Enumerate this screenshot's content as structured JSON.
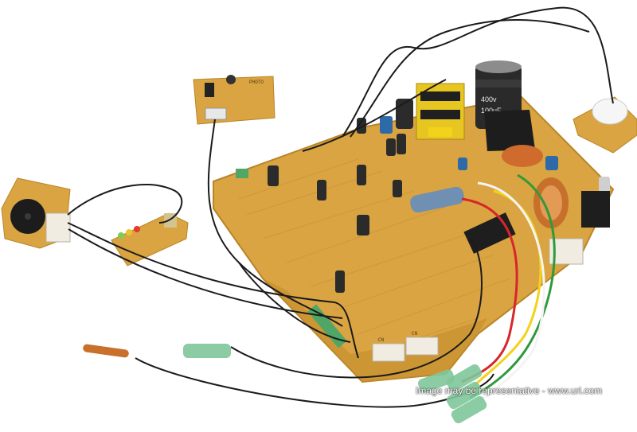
{
  "watermark": {
    "text": "Image may be representative - www.uri.com"
  },
  "labels": {
    "sensor_board_text": "PHOTO",
    "capacitor_large_text": "400v",
    "capacitor_large_value": "100uF",
    "connector_label_1": "CN",
    "connector_label_2": "CN"
  },
  "colors": {
    "pcb": "#d9a441",
    "pcb_dark": "#c48e2c",
    "wire_red": "#d8262a",
    "wire_yellow": "#f2d21a",
    "wire_green": "#2f9a3b",
    "wire_white": "#f4f4f4",
    "wire_black": "#1b1b1b",
    "terminal_green": "#7fc79a",
    "copper_probe": "#c8702c"
  }
}
